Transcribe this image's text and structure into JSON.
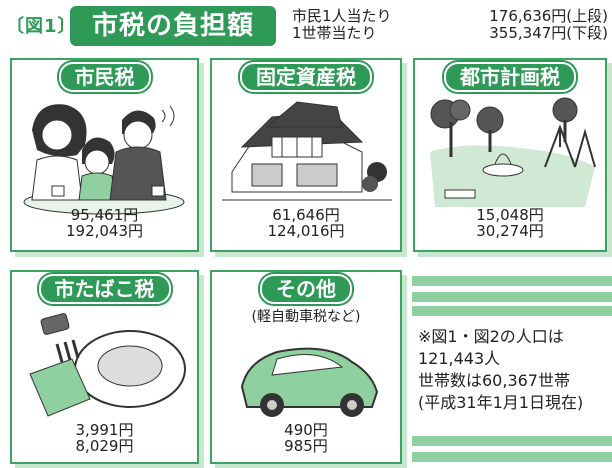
{
  "header": {
    "figure_label": "〔図1〕",
    "title": "市税の負担額",
    "per_person_label": "市民1人当たり",
    "per_household_label": "1世帯当たり",
    "per_person_value": "176,636円(上段)",
    "per_household_value": "355,347円(下段)"
  },
  "cards": {
    "citizen": {
      "label": "市民税",
      "upper": "95,461円",
      "lower": "192,043円"
    },
    "property": {
      "label": "固定資産税",
      "upper": "61,646円",
      "lower": "124,016円"
    },
    "planning": {
      "label": "都市計画税",
      "upper": "15,048円",
      "lower": "30,274円"
    },
    "tobacco": {
      "label": "市たばこ税",
      "upper": "3,991円",
      "lower": "8,029円"
    },
    "other": {
      "label": "その他",
      "note": "(軽自動車税など)",
      "upper": "490円",
      "lower": "985円"
    }
  },
  "footnote": {
    "line1": "※図1・図2の人口は",
    "line2": "121,443人",
    "line3": "世帯数は60,367世帯",
    "line4": "(平成31年1月1日現在)"
  },
  "colors": {
    "accent": "#2f9a57",
    "border": "#3aa563",
    "shadow": "#c9e6cf"
  }
}
